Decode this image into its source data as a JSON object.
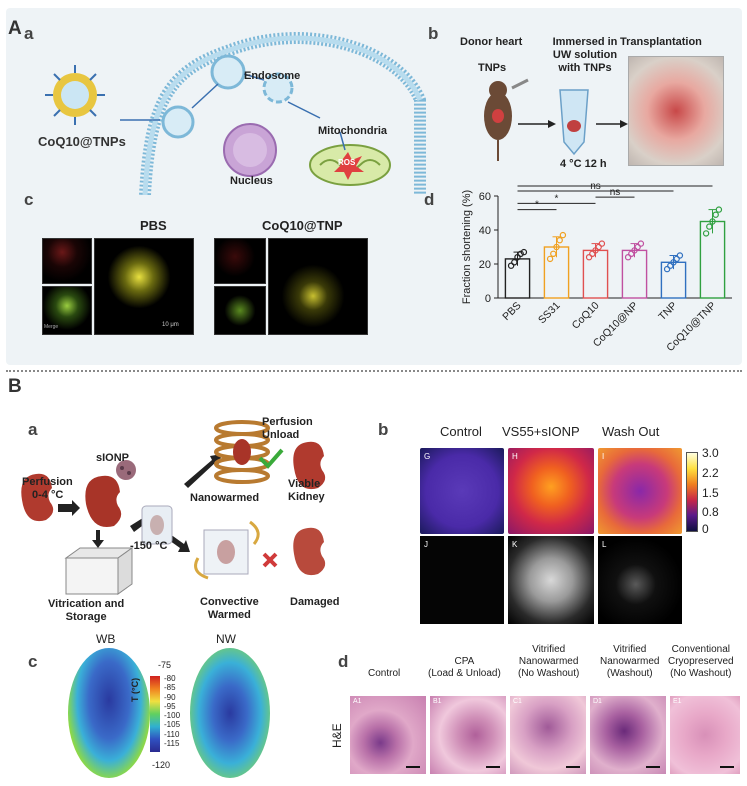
{
  "panelA": {
    "label": "A",
    "a": {
      "label": "a",
      "particle": "CoQ10@TNPs",
      "endosome": "Endosome",
      "mitochondria": "Mitochondria",
      "nucleus": "Nucleus",
      "ros": "ROS"
    },
    "b": {
      "label": "b",
      "donor_line1": "Donor heart",
      "donor_line2": "TNPs",
      "immersed_line1": "Immersed in",
      "immersed_line2": "UW solution",
      "immersed_line3": "with TNPs",
      "transplant": "Transplantation",
      "condition": "4 °C 12 h"
    },
    "c": {
      "label": "c",
      "pbs": "PBS",
      "coq": "CoQ10@TNP",
      "scale": "10 μm",
      "merge": "Merge"
    },
    "d": {
      "label": "d"
    }
  },
  "chart_data": {
    "type": "bar",
    "categories": [
      "PBS",
      "SS31",
      "CoQ10",
      "CoQ10@NP",
      "TNP",
      "CoQ10@TNP"
    ],
    "values": [
      23,
      30,
      28,
      28,
      21,
      45
    ],
    "errors": [
      4,
      6,
      4,
      4,
      4,
      7
    ],
    "colors": [
      "#222222",
      "#f0a020",
      "#e05050",
      "#c050a0",
      "#3070c0",
      "#30a040"
    ],
    "points": [
      [
        19,
        21,
        24,
        26,
        27
      ],
      [
        23,
        26,
        30,
        34,
        37
      ],
      [
        24,
        26,
        28,
        30,
        32
      ],
      [
        24,
        26,
        28,
        30,
        32
      ],
      [
        17,
        19,
        21,
        23,
        25
      ],
      [
        38,
        42,
        45,
        49,
        52
      ]
    ],
    "ylabel": "Fraction shortening (%)",
    "ylim": [
      0,
      60
    ],
    "yticks": [
      "0",
      "20",
      "40",
      "60"
    ],
    "significance": [
      {
        "from": 0,
        "to": 5,
        "label": "***"
      },
      {
        "from": 4,
        "to": 5,
        "label": "**"
      },
      {
        "from": 3,
        "to": 5,
        "label": "**"
      },
      {
        "from": 0,
        "to": 4,
        "label": "ns"
      },
      {
        "from": 2,
        "to": 3,
        "label": "ns"
      },
      {
        "from": 0,
        "to": 2,
        "label": "*"
      },
      {
        "from": 0,
        "to": 1,
        "label": "*"
      }
    ]
  },
  "panelB": {
    "label": "B",
    "a": {
      "label": "a",
      "sionp": "sIONP",
      "perfusion": "Perfusion",
      "temp": "0-4 °C",
      "vit_line1": "Vitrication and",
      "vit_line2": "Storage",
      "temp2": "-150 °C",
      "nanowarmed": "Nanowarmed",
      "perf_unload_line1": "Perfusion",
      "perf_unload_line2": "Unload",
      "viable_line1": "Viable",
      "viable_line2": "Kidney",
      "conv_line1": "Convective",
      "conv_line2": "Warmed",
      "damaged": "Damaged"
    },
    "b": {
      "label": "b",
      "control": "Control",
      "vs55": "VS55+sIONP",
      "washout": "Wash Out",
      "letters": [
        "G",
        "H",
        "I",
        "J",
        "K",
        "L"
      ],
      "colorbar": [
        "3.0",
        "2.2",
        "1.5",
        "0.8",
        "0"
      ]
    },
    "c": {
      "label": "c",
      "wb": "WB",
      "nw": "NW",
      "top": "-75",
      "bottom": "-120",
      "ticks": [
        "-80",
        "-85",
        "-90",
        "-95",
        "-100",
        "-105",
        "-110",
        "-115"
      ],
      "unit": "T (°C)"
    },
    "d": {
      "label": "d",
      "col1": "Control",
      "col2_line1": "CPA",
      "col2_line2": "(Load & Unload)",
      "col3_line1": "Vitrified",
      "col3_line2": "Nanowarmed",
      "col3_line3": "(No Washout)",
      "col4_line1": "Vitrified",
      "col4_line2": "Nanowarmed",
      "col4_line3": "(Washout)",
      "col5_line1": "Conventional",
      "col5_line2": "Cryopreserved",
      "col5_line3": "(No Washout)",
      "row": "H&E",
      "tiles": [
        "A1",
        "B1",
        "C1",
        "D1",
        "E1"
      ]
    }
  }
}
